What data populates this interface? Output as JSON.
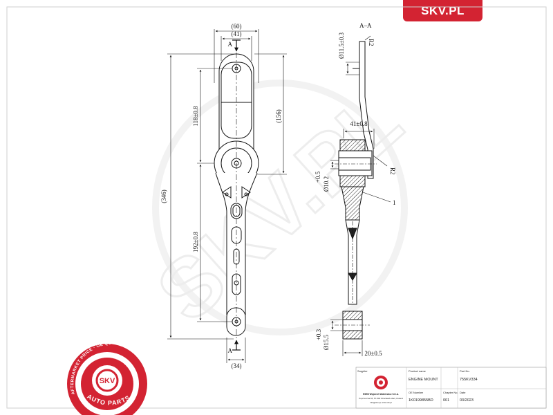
{
  "brand": {
    "tab_text": "SKV.PL"
  },
  "seal": {
    "top_text": "AFTERMARKET PRICE · OE QUALITY",
    "bottom_text": "AUTO PARTS",
    "center_text": "SKV"
  },
  "watermark": {
    "text": "SKV.PL"
  },
  "dimensions": {
    "d60": "(60)",
    "d41": "(41)",
    "d346": "(346)",
    "d156": "(156)",
    "d118": "118±0.8",
    "d192": "192±0.8",
    "d34": "(34)",
    "sectionA_top": "A",
    "sectionA_bottom": "A",
    "section_label": "A–A",
    "d11": "Ø11.5±0.3",
    "d41b": "41±0.8",
    "d10": "Ø10.2",
    "d10tol": "+0.5",
    "d15": "Ø15.5",
    "d15tol": "+0.3",
    "d20": "20±0.5",
    "r2a": "R2",
    "r2b": "R2",
    "callout1": "1"
  },
  "title_block": {
    "labels": {
      "supplier": "Supplier",
      "product_name": "Product name",
      "part_no": "Part No.",
      "oe_number": "OE Number",
      "chapter_no": "Chapter No.",
      "date": "Date"
    },
    "company_name": "ESEN Wojciech Wolniewicz S.K.A.",
    "company_address": "Poprzeczna 65, 57-503 Wrocław/Lubań, Poland",
    "company_contact": "info@skv.pl, www.skv.pl",
    "product_name": "ENGINE MOUNT",
    "part_no": "755KV334",
    "oe_number": "1K0199855BD",
    "chapter_no": "001",
    "date": "03/2023"
  },
  "colors": {
    "brand_red": "#d32332",
    "line": "#111111",
    "watermark": "#ededed"
  }
}
